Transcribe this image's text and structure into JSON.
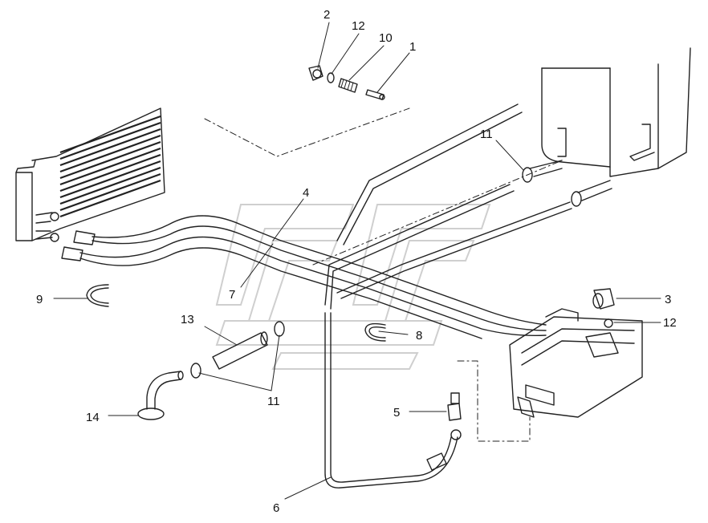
{
  "diagram": {
    "callouts": [
      {
        "id": "c2a",
        "text": "2"
      },
      {
        "id": "c12a",
        "text": "12"
      },
      {
        "id": "c10",
        "text": "10"
      },
      {
        "id": "c1",
        "text": "1"
      },
      {
        "id": "c11a",
        "text": "11"
      },
      {
        "id": "c4",
        "text": "4"
      },
      {
        "id": "c7",
        "text": "7"
      },
      {
        "id": "c9",
        "text": "9"
      },
      {
        "id": "c3",
        "text": "3"
      },
      {
        "id": "c12b",
        "text": "12"
      },
      {
        "id": "c13",
        "text": "13"
      },
      {
        "id": "c8",
        "text": "8"
      },
      {
        "id": "c11b",
        "text": "11"
      },
      {
        "id": "c14",
        "text": "14"
      },
      {
        "id": "c5",
        "text": "5"
      },
      {
        "id": "c6",
        "text": "6"
      }
    ]
  }
}
